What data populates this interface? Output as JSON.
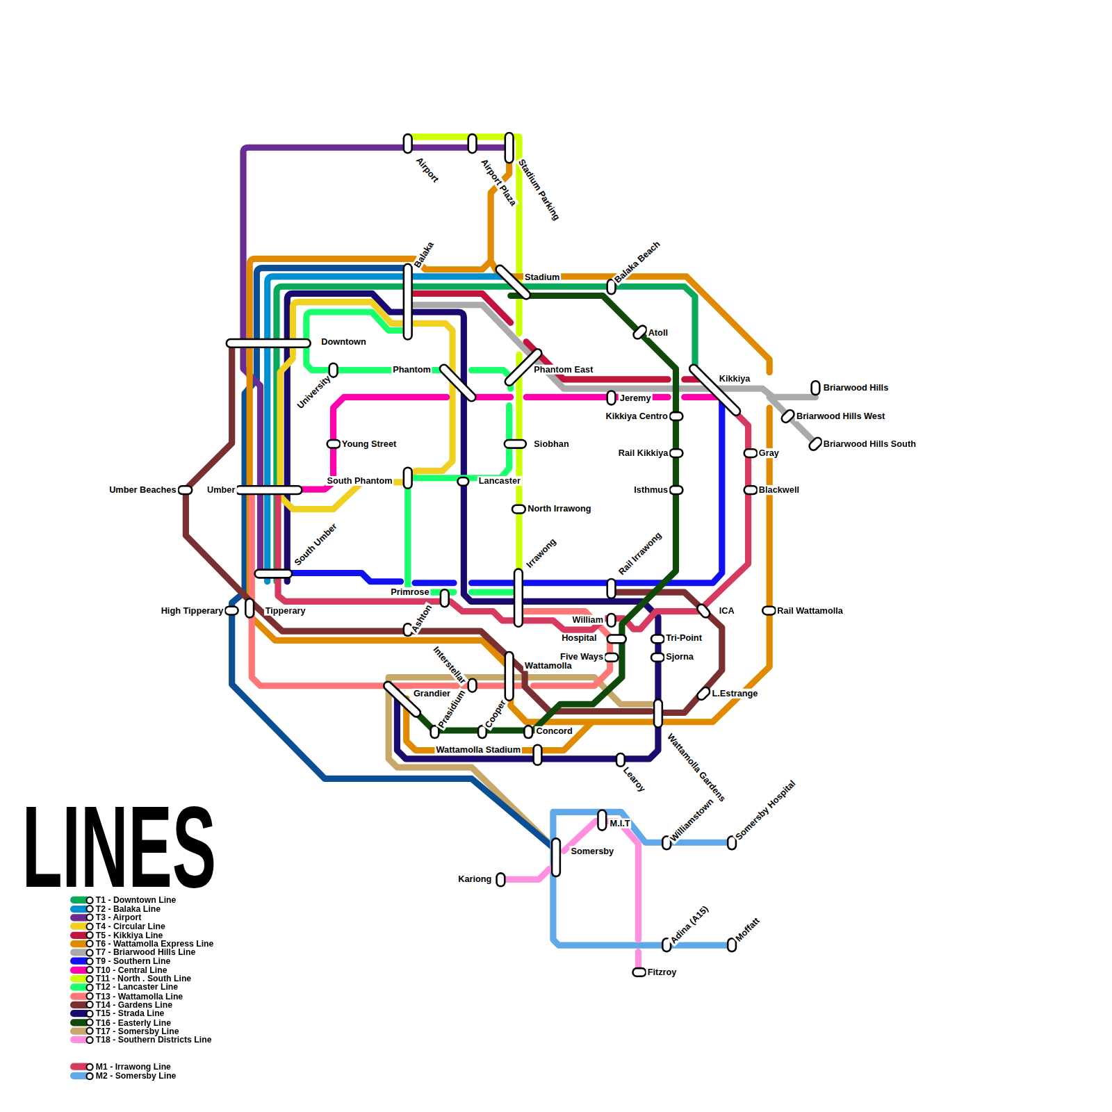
{
  "diagram": {
    "title": "LINES",
    "labels": [
      "Airport",
      "Airport Plaza",
      "Stadium Parking",
      "Balaka",
      "Stadium",
      "Balaka Beach",
      "Downtown",
      "Atoll",
      "University",
      "Phantom",
      "Phantom East",
      "Kikkiya",
      "Briarwood Hills",
      "Jeremy",
      "Kikkiya Centro",
      "Briarwood Hills West",
      "Young Street",
      "Siobhan",
      "Briarwood Hills South",
      "Rail Kikkiya",
      "Gray",
      "Umber Beaches",
      "Umber",
      "South Phantom",
      "Lancaster",
      "Isthmus",
      "Blackwell",
      "North Irrawong",
      "South Umber",
      "Irrawong",
      "Rail Irrawong",
      "Primrose",
      "Ashton",
      "High Tipperary",
      "Tipperary",
      "ICA",
      "Rail Wattamolla",
      "William",
      "Hospital",
      "Tri-Point",
      "Interstellar",
      "Five Ways",
      "Sjorna",
      "Wattamolla",
      "Grandier",
      "L.Estrange",
      "Prasidium",
      "Cooper",
      "Concord",
      "Wattamolla Stadium",
      "Wattamolla Gardens",
      "Learoy",
      "M.I.T",
      "Williamstown",
      "Somersby Hospital",
      "Somersby",
      "Kariong",
      "Adina (A15)",
      "Moffatt",
      "Fitzroy"
    ],
    "legend": [
      {
        "text": "T1 - Downtown Line",
        "color": "#0aa85a"
      },
      {
        "text": "T2 - Balaka Line",
        "color": "#0090d0"
      },
      {
        "text": "T3 - Airport",
        "color": "#6a2c91"
      },
      {
        "text": "T4 - Circular Line",
        "color": "#f0d020"
      },
      {
        "text": "T5 - Kikkiya Line",
        "color": "#c0143c"
      },
      {
        "text": "T6 - Wattamolla Express Line",
        "color": "#e08a00"
      },
      {
        "text": "T7 - Briarwood Hills Line",
        "color": "#aaaaaa"
      },
      {
        "text": "T9 - Southern Line",
        "color": "#1010f0"
      },
      {
        "text": "T10 - Central Line",
        "color": "#ff00aa"
      },
      {
        "text": "T11 - North . South Line",
        "color": "#ccff00"
      },
      {
        "text": "T12 - Lancaster Line",
        "color": "#1aff6e"
      },
      {
        "text": "T13 - Wattamolla Line",
        "color": "#ff7777"
      },
      {
        "text": "T14 - Gardens Line",
        "color": "#7a3030"
      },
      {
        "text": "T15 - Strada Line",
        "color": "#1a0a6e"
      },
      {
        "text": "T16 - Easterly Line",
        "color": "#0f4a0a"
      },
      {
        "text": "T17 - Somersby Line",
        "color": "#c8a86a"
      },
      {
        "text": "T18 - Southern Districts Line",
        "color": "#ff90e0"
      },
      {
        "text": "M1 - Irrawong Line",
        "color": "#d63a5e"
      },
      {
        "text": "M2 - Somersby Line",
        "color": "#60a8e8"
      }
    ]
  }
}
